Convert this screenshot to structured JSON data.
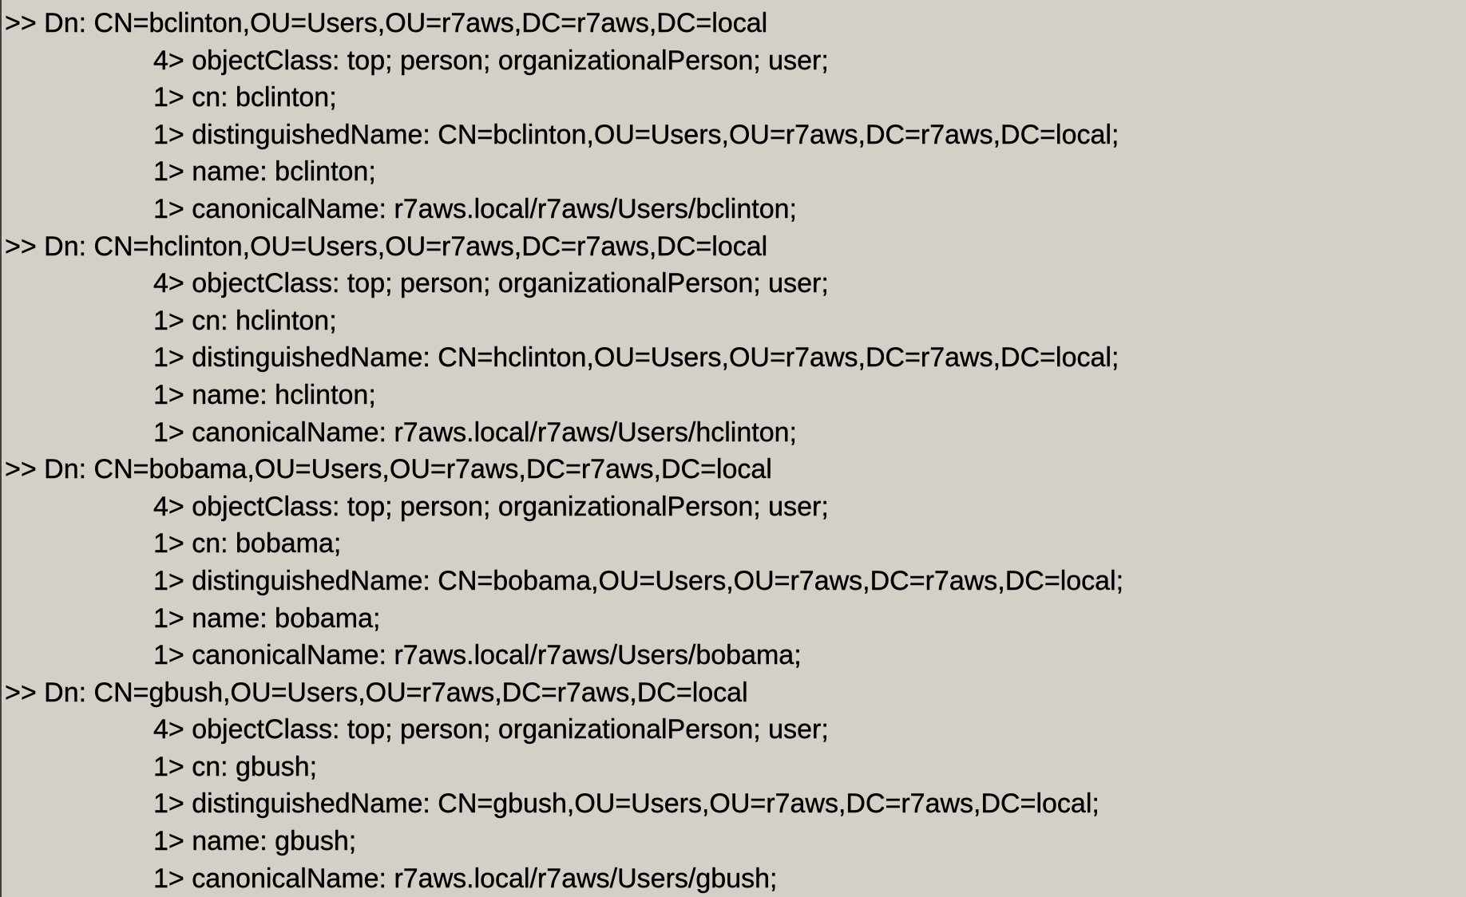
{
  "entries": [
    {
      "dn": ">> Dn: CN=bclinton,OU=Users,OU=r7aws,DC=r7aws,DC=local",
      "attrs": [
        "4> objectClass: top; person; organizationalPerson; user;",
        "1> cn: bclinton;",
        "1> distinguishedName: CN=bclinton,OU=Users,OU=r7aws,DC=r7aws,DC=local;",
        "1> name: bclinton;",
        "1> canonicalName: r7aws.local/r7aws/Users/bclinton;"
      ]
    },
    {
      "dn": ">> Dn: CN=hclinton,OU=Users,OU=r7aws,DC=r7aws,DC=local",
      "attrs": [
        "4> objectClass: top; person; organizationalPerson; user;",
        "1> cn: hclinton;",
        "1> distinguishedName: CN=hclinton,OU=Users,OU=r7aws,DC=r7aws,DC=local;",
        "1> name: hclinton;",
        "1> canonicalName: r7aws.local/r7aws/Users/hclinton;"
      ]
    },
    {
      "dn": ">> Dn: CN=bobama,OU=Users,OU=r7aws,DC=r7aws,DC=local",
      "attrs": [
        "4> objectClass: top; person; organizationalPerson; user;",
        "1> cn: bobama;",
        "1> distinguishedName: CN=bobama,OU=Users,OU=r7aws,DC=r7aws,DC=local;",
        "1> name: bobama;",
        "1> canonicalName: r7aws.local/r7aws/Users/bobama;"
      ]
    },
    {
      "dn": ">> Dn: CN=gbush,OU=Users,OU=r7aws,DC=r7aws,DC=local",
      "attrs": [
        "4> objectClass: top; person; organizationalPerson; user;",
        "1> cn: gbush;",
        "1> distinguishedName: CN=gbush,OU=Users,OU=r7aws,DC=r7aws,DC=local;",
        "1> name: gbush;",
        "1> canonicalName: r7aws.local/r7aws/Users/gbush;"
      ]
    }
  ]
}
